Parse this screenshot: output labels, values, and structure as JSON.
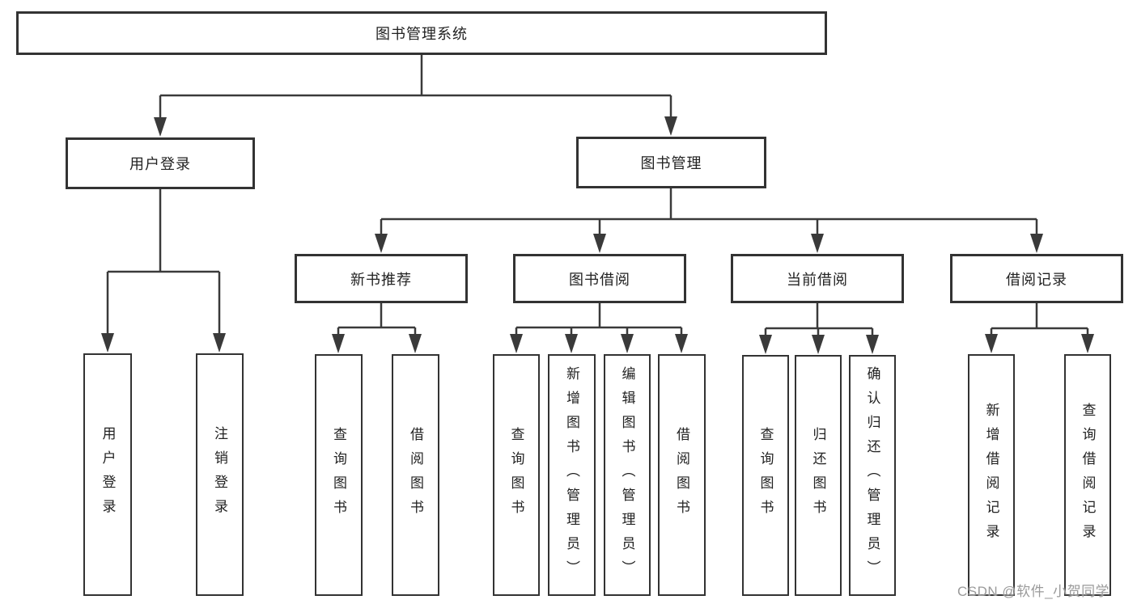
{
  "diagram": {
    "title": "图书管理系统",
    "level2": {
      "user_login": "用户登录",
      "book_management": "图书管理"
    },
    "level3": {
      "new_book_recommend": "新书推荐",
      "book_borrow": "图书借阅",
      "current_borrow": "当前借阅",
      "borrow_records": "借阅记录"
    },
    "leaves": {
      "user_login": "用户登录",
      "logout": "注销登录",
      "nb_query_books": "查询图书",
      "nb_borrow_books": "借阅图书",
      "bb_query_books": "查询图书",
      "bb_add_books": "新增图书（管理员）",
      "bb_edit_books": "编辑图书（管理员）",
      "bb_borrow_books": "借阅图书",
      "cb_query_books": "查询图书",
      "cb_return_books": "归还图书",
      "cb_confirm_return": "确认归还（管理员）",
      "rec_add_record": "新增借阅记录",
      "rec_query_record": "查询借阅记录"
    },
    "watermark": "CSDN @软件_小贺同学",
    "colors": {
      "line": "#3a3a3a",
      "border": "#333333",
      "text": "#222222",
      "watermark": "#9a9a9a",
      "background": "#ffffff"
    }
  }
}
